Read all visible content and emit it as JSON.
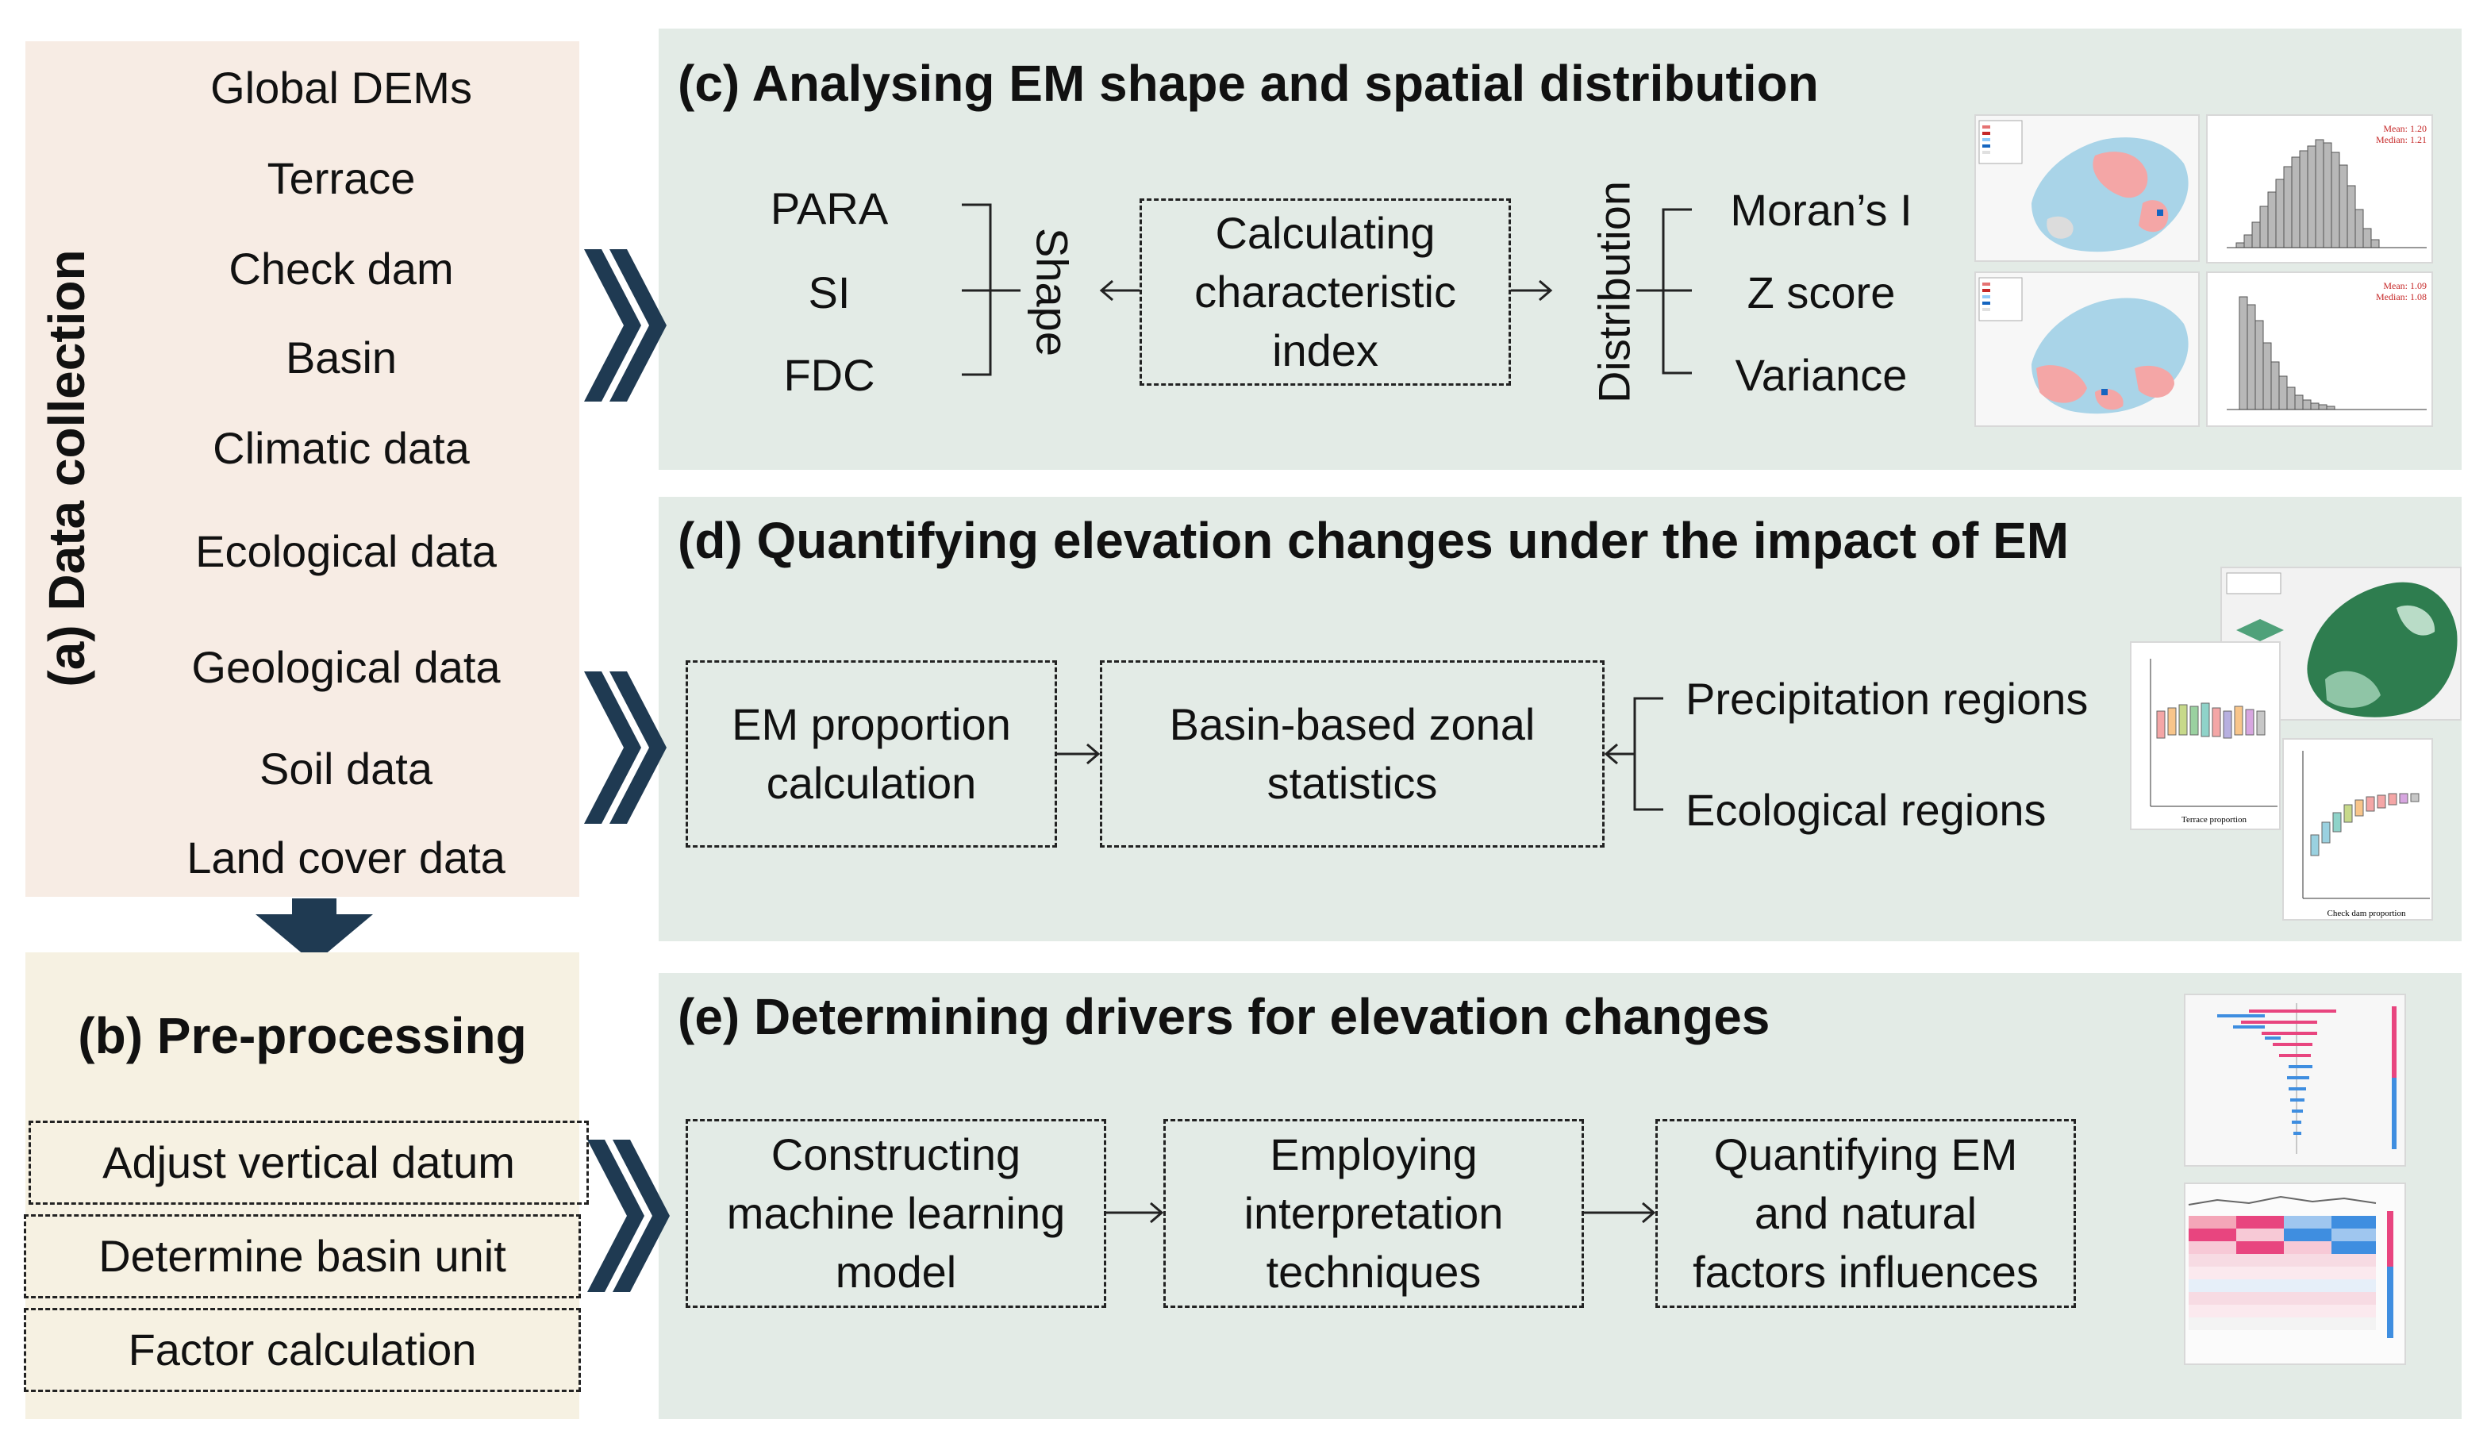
{
  "panel_a": {
    "title": "(a) Data collection",
    "items": [
      "Global DEMs",
      "Terrace",
      "Check dam",
      "Basin",
      "Climatic data",
      "Ecological data",
      "Geological data",
      "Soil data",
      "Land cover data"
    ]
  },
  "panel_b": {
    "title": "(b) Pre-processing",
    "steps": [
      "Adjust vertical datum",
      "Determine basin unit",
      "Factor calculation"
    ]
  },
  "panel_c": {
    "title": "(c) Analysing EM shape and spatial distribution",
    "shape_items": [
      "PARA",
      "SI",
      "FDC"
    ],
    "shape_label": "Shape",
    "center_box": [
      "Calculating",
      "characteristic",
      "index"
    ],
    "distribution_label": "Distribution",
    "distribution_items": [
      "Moran’s I",
      "Z score",
      "Variance"
    ],
    "thumb_stats": [
      "Mean: 1.20",
      "Median: 1.21",
      "Mean: 1.09",
      "Median: 1.08"
    ]
  },
  "panel_d": {
    "title": "(d) Quantifying elevation changes under the impact of EM",
    "box1": [
      "EM proportion",
      "calculation"
    ],
    "box2": [
      "Basin-based zonal",
      "statistics"
    ],
    "regions": [
      "Precipitation regions",
      "Ecological regions"
    ],
    "thumb_axes": [
      "Terrace proportion",
      "Check dam proportion"
    ]
  },
  "panel_e": {
    "title": "(e) Determining drivers for elevation changes",
    "box1": [
      "Constructing",
      "machine learning",
      "model"
    ],
    "box2": [
      "Employing",
      "interpretation",
      "techniques"
    ],
    "box3": [
      "Quantifying EM",
      "and natural",
      "factors influences"
    ]
  },
  "colors": {
    "panel_a_bg": "#f7ece4",
    "panel_b_bg": "#f6f1e2",
    "panel_cde_bg": "#e3ebe6",
    "chevron": "#1f3a52",
    "arrow_down": "#1f3a52"
  }
}
